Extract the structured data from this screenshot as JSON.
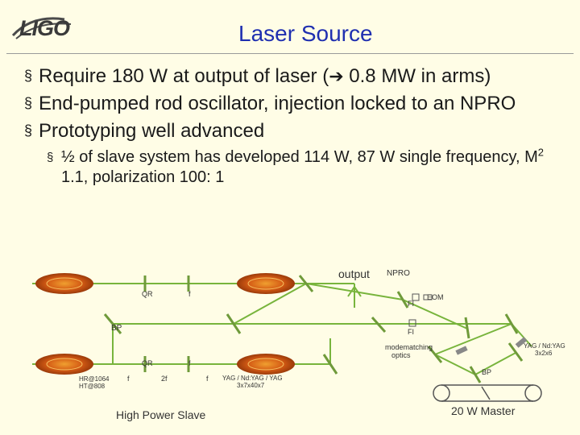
{
  "logo": {
    "text": "LIGO"
  },
  "slide": {
    "title": "Laser Source"
  },
  "bullets": [
    {
      "pre": "Require 180 W at output of laser (",
      "post": " 0.8 MW in arms)"
    },
    {
      "text": "End-pumped rod oscillator, injection locked to an NPRO"
    },
    {
      "text": "Prototyping well advanced"
    }
  ],
  "sub_bullet": {
    "pre": "½ of slave system has developed 114 W, 87 W single frequency, M",
    "sup": "2",
    "post": " 1.1, polarization 100: 1"
  },
  "diagram": {
    "output": "output",
    "npro": "NPRO",
    "fi_top": "FI",
    "eom": "EOM",
    "bp_left": "BP",
    "fi_mid": "FI",
    "qr_top": "QR",
    "f_top": "f",
    "qr_bottom": "QR",
    "f_bottom": "f",
    "modematching": "modematching",
    "optics": "optics",
    "yag_right_1": "YAG / Nd:YAG",
    "yag_right_2": "3x2x6",
    "bp_right": "BP",
    "hr": "HR@1064",
    "ht": "HT@808",
    "f_a": "f",
    "two_f": "2f",
    "f_b": "f",
    "yag_bottom_1": "YAG / Nd:YAG / YAG",
    "yag_bottom_2": "3x7x40x7",
    "slave_label": "High Power Slave",
    "master_label": "20 W Master"
  },
  "colors": {
    "title": "#1f2fb0",
    "background": "#fffde6",
    "optics": "#6f9a3a",
    "beam": "#78b43c",
    "laser_rod": "#d45a14"
  }
}
